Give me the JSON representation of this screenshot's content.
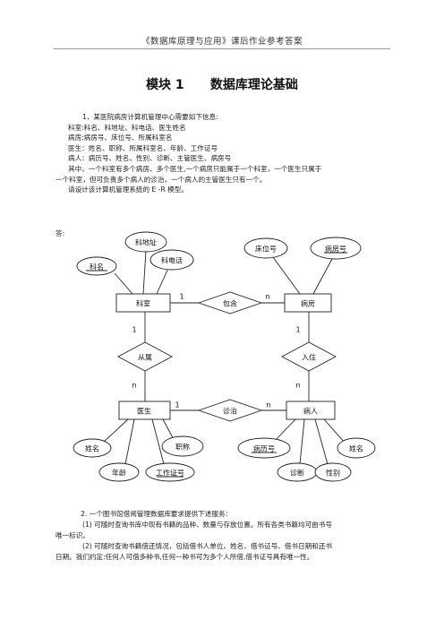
{
  "header": {
    "running_title": "《数据库原理与应用》课后作业参考答案"
  },
  "module": {
    "title": "模块 1      数据库理论基础"
  },
  "question1": {
    "lines": [
      "1．某医院病房计算机管理中心需要如下信息:",
      "科室:科名、科地址、科电话、医生姓名",
      "病房:病房号、床位号、所属科室名",
      "医生：姓名、职称、所属科室名、年龄、工作证号",
      "病人：病历号、姓名、性别、诊断、主管医生、病房号",
      "其中，一个科室有多个病房、多个医生,一个病房只能属于一个科室，一个医生只属于",
      "一个科室，但可负责多个病人的诊治，一个病人的主管医生只有一个。",
      "请设计该计算机管理系统的 E -R 模型。"
    ],
    "answer_label": "答:"
  },
  "er_diagram": {
    "entities": {
      "department": "科室",
      "ward": "病房",
      "doctor": "医生",
      "patient": "病人"
    },
    "relationships": {
      "contains": "包含",
      "belongs": "从属",
      "treats": "诊治",
      "admitted": "入住"
    },
    "attributes": {
      "dept_address": "科地址",
      "dept_name": "科名",
      "dept_phone": "科电话",
      "bed_no": "床位号",
      "ward_no": "病房号",
      "doc_name": "姓名",
      "doc_title": "职称",
      "doc_age": "年龄",
      "doc_id": "工作证号",
      "patient_record": "病历号",
      "patient_name": "姓名",
      "patient_diag": "诊断",
      "patient_gender": "性别"
    },
    "cardinalities": {
      "contains_dept": "1",
      "contains_ward": "n",
      "belongs_dept": "1",
      "belongs_doc": "n",
      "treats_doc": "1",
      "treats_patient": "n",
      "admitted_ward": "1",
      "admitted_patient": "n"
    }
  },
  "question2": {
    "lines": [
      "2.   一个图书馆借阅管理数据库要求提供下述服务：",
      "(1)   可随时查询书库中现有书籍的品种、数量与存放位置。所有各类书籍均可由书号",
      "唯一标识。",
      "(2)  可随时查询书籍借还情况，包括借书人单位、姓名、借书证号、借书日期和还书",
      "日期。我们约定:任何人可借多种书,任何一种书可为多个人所借,借书证号具有唯一性。"
    ]
  }
}
